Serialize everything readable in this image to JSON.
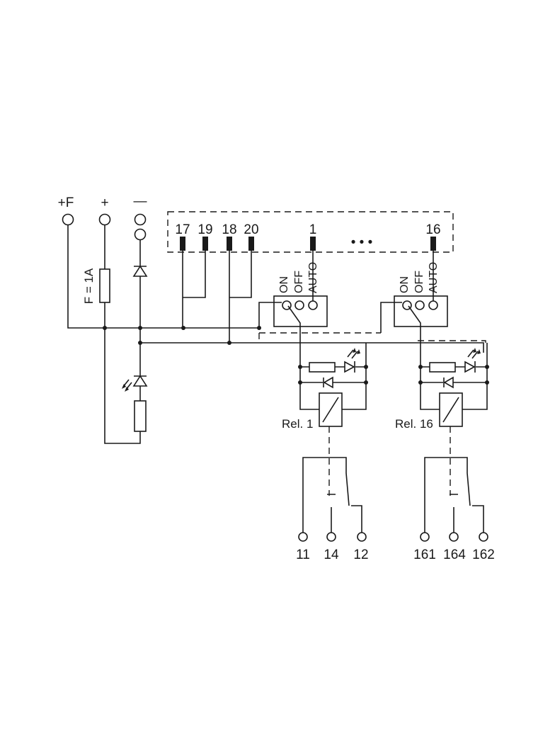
{
  "supply": {
    "plus_f": "+F",
    "plus": "+",
    "minus": "—"
  },
  "fuse": {
    "label": "F = 1A"
  },
  "common_inputs": [
    "17",
    "19",
    "18",
    "20"
  ],
  "channels": [
    {
      "input": "1",
      "relay": "Rel. 1",
      "contacts": [
        "11",
        "14",
        "12"
      ]
    },
    {
      "input": "16",
      "relay": "Rel. 16",
      "contacts": [
        "161",
        "164",
        "162"
      ]
    }
  ],
  "ellipsis": "• • •",
  "switch_positions": [
    "ON",
    "OFF",
    "AUTO"
  ],
  "icons": [
    "led-indicator-icon",
    "diode-icon",
    "resistor-icon",
    "relay-coil-icon",
    "changeover-contact-icon"
  ]
}
